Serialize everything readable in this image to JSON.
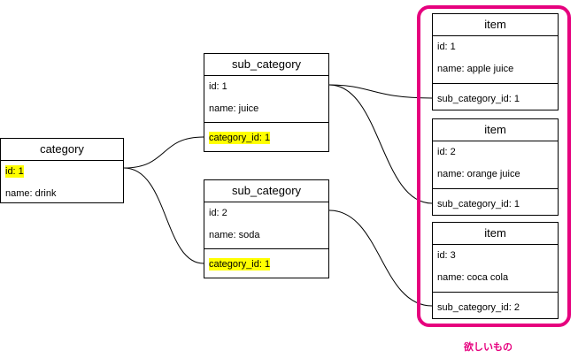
{
  "category": {
    "title": "category",
    "id_field": "id: 1",
    "name_field": "name: drink"
  },
  "sub_categories": [
    {
      "title": "sub_category",
      "id_field": "id: 1",
      "name_field": "name: juice",
      "fk_field": "category_id: 1"
    },
    {
      "title": "sub_category",
      "id_field": "id: 2",
      "name_field": "name: soda",
      "fk_field": "category_id: 1"
    }
  ],
  "items": [
    {
      "title": "item",
      "id_field": "id: 1",
      "name_field": "name: apple juice",
      "fk_field": "sub_category_id: 1"
    },
    {
      "title": "item",
      "id_field": "id: 2",
      "name_field": "name: orange juice",
      "fk_field": "sub_category_id: 1"
    },
    {
      "title": "item",
      "id_field": "id: 3",
      "name_field": "name: coca cola",
      "fk_field": "sub_category_id: 2"
    }
  ],
  "selection_label": "欲しいもの",
  "colors": {
    "highlight": "#ffff00",
    "selection_border": "#e6007e",
    "line": "#000000"
  }
}
